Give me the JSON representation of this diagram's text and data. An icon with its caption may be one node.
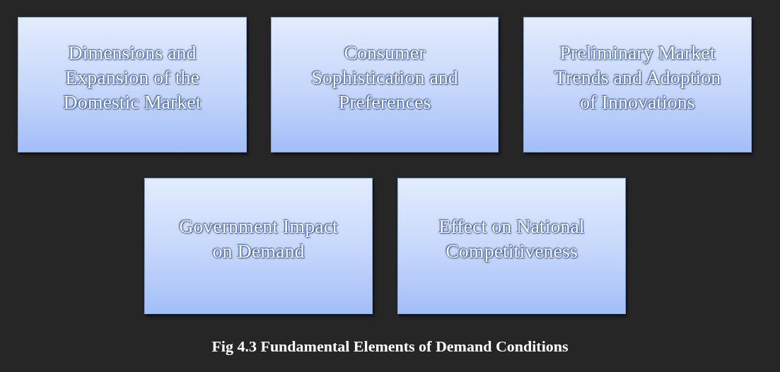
{
  "diagram": {
    "caption": "Fig 4.3 Fundamental Elements of Demand Conditions",
    "nodes": [
      {
        "text": [
          "Dimensions and Expansion of the Domestic Market"
        ]
      },
      {
        "text": [
          "Consumer Sophistication and Preferences"
        ]
      },
      {
        "text": [
          "Preliminary Market Trends and Adoption of Innovations"
        ]
      },
      {
        "text": [
          "Government Impact on Demand"
        ]
      },
      {
        "text": [
          "Effect on National Competitiveness"
        ]
      }
    ]
  }
}
